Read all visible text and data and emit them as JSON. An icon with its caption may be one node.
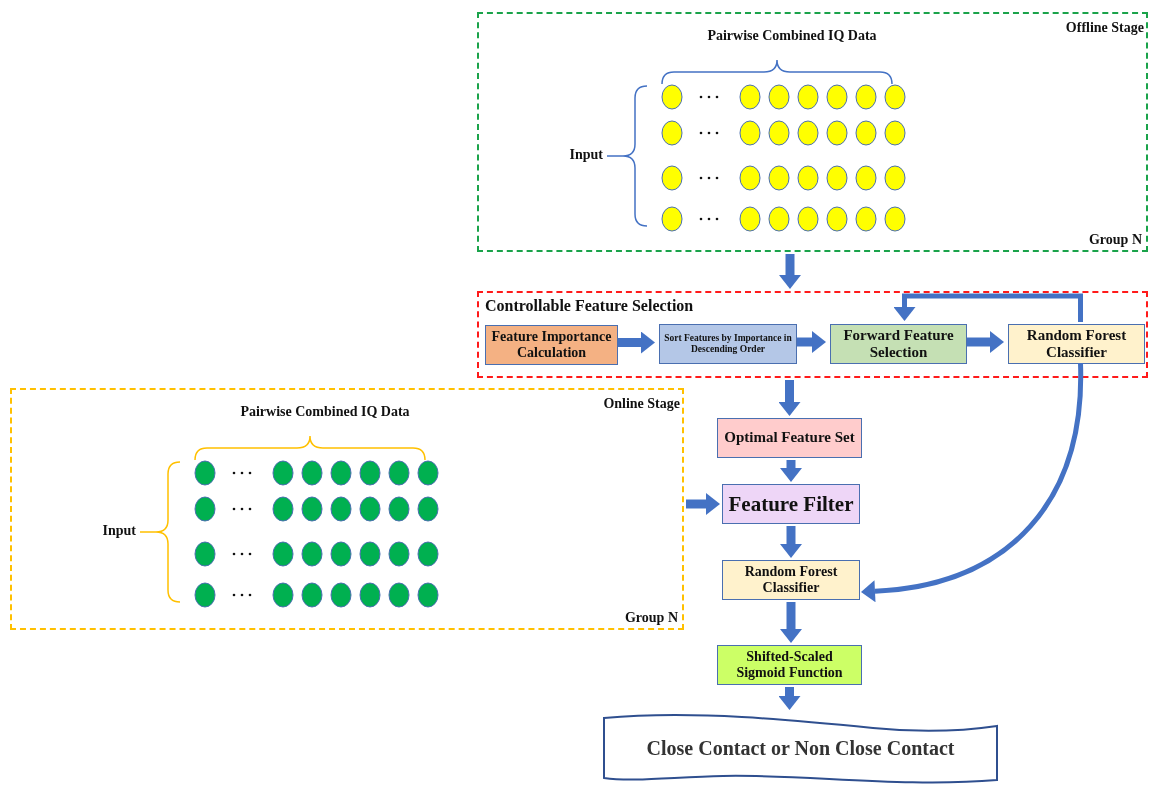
{
  "diagram": {
    "nodes": [
      {
        "text": [
          "Offline Stage",
          "Group N"
        ]
      },
      {
        "text": [
          "Controllable Feature Selection"
        ]
      },
      {
        "text": [
          "Feature Importance Calculation"
        ],
        "in": 1
      },
      {
        "text": [
          "Sort Features by Importance in Descending Order"
        ],
        "in": 1
      },
      {
        "text": [
          "Forward Feature Selection"
        ],
        "in": 1
      },
      {
        "text": [
          "Random Forest Classifier"
        ],
        "in": 1
      },
      {
        "text": [
          "Optimal Feature Set"
        ]
      },
      {
        "text": [
          "Online Stage",
          "Group N"
        ]
      },
      {
        "text": [
          "Feature Filter"
        ]
      },
      {
        "text": [
          "Random Forest Classifier"
        ]
      },
      {
        "text": [
          "Shifted-Scaled Sigmoid Function"
        ]
      },
      {
        "text": [
          "Close Contact or Non Close Contact"
        ]
      }
    ],
    "edges": [
      {
        "from": 0,
        "to": 1,
        "arrow": "to"
      },
      {
        "from": 2,
        "to": 3,
        "arrow": "to"
      },
      {
        "from": 3,
        "to": 4,
        "arrow": "to"
      },
      {
        "from": 4,
        "to": 5,
        "arrow": "to"
      },
      {
        "from": 5,
        "to": 4,
        "arrow": "to"
      },
      {
        "from": 1,
        "to": 6,
        "arrow": "to"
      },
      {
        "from": 6,
        "to": 8,
        "arrow": "to"
      },
      {
        "from": 7,
        "to": 8,
        "arrow": "to"
      },
      {
        "from": 8,
        "to": 9,
        "arrow": "to"
      },
      {
        "from": 5,
        "to": 9,
        "arrow": "to"
      },
      {
        "from": 9,
        "to": 10,
        "arrow": "to"
      },
      {
        "from": 10,
        "to": 11,
        "arrow": "to"
      }
    ],
    "labels": [
      "Pairwise Combined IQ Data",
      "Input",
      "Pairwise Combined IQ Data",
      "Input"
    ]
  }
}
